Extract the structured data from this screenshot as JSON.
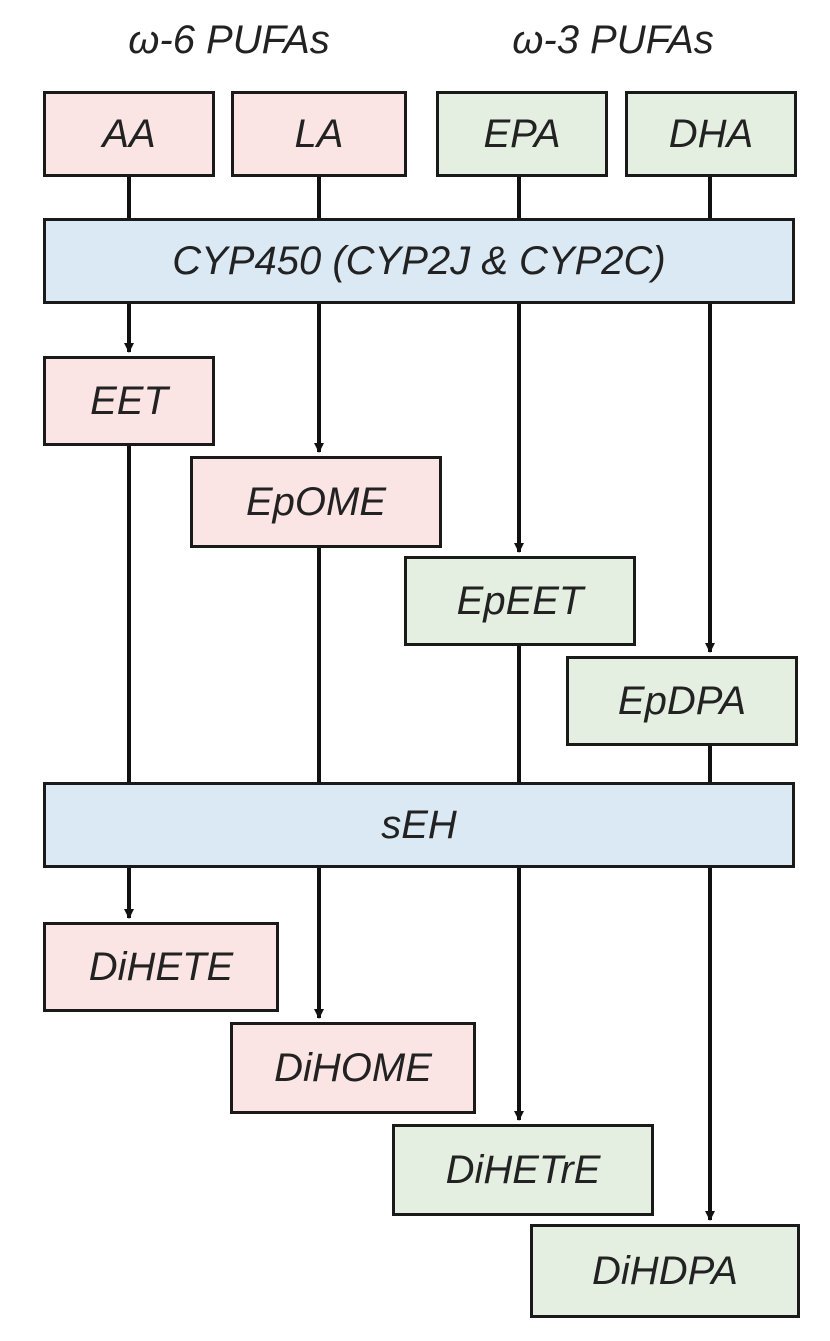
{
  "colors": {
    "omega6_fill": "#fbe4e4",
    "omega3_fill": "#e4efe1",
    "enzyme_fill": "#dbe9f5",
    "line": "#111111"
  },
  "groups": {
    "omega6": "ω-6 PUFAs",
    "omega3": "ω-3 PUFAs"
  },
  "substrates": {
    "aa": "AA",
    "la": "LA",
    "epa": "EPA",
    "dha": "DHA"
  },
  "enzymes": {
    "cyp450": "CYP450 (CYP2J & CYP2C)",
    "seh": "sEH"
  },
  "epoxides": {
    "eet": "EET",
    "epome": "EpOME",
    "epeet": "EpEET",
    "epdpa": "EpDPA"
  },
  "diols": {
    "dihete": "DiHETE",
    "dihome": "DiHOME",
    "dihetre": "DiHETrE",
    "dihdpa": "DiHDPA"
  }
}
